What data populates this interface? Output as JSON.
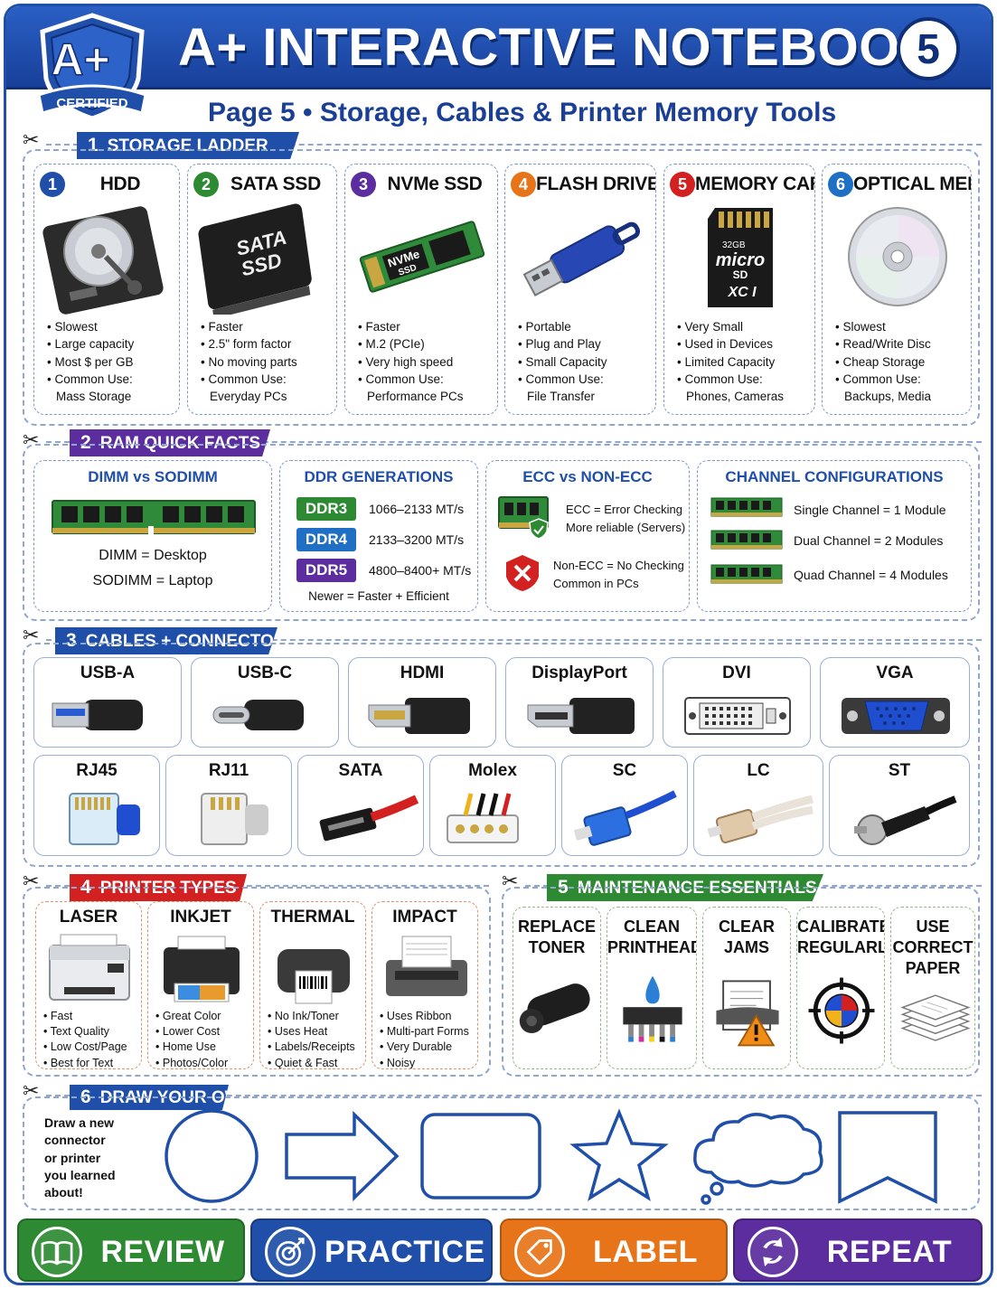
{
  "header": {
    "badge_grade": "A+",
    "badge_label": "CERTIFIED",
    "title": "A+ INTERACTIVE NOTEBOOK",
    "page_number": "5",
    "subtitle": "Page 5 • Storage, Cables & Printer Memory Tools"
  },
  "sections": {
    "s1": {
      "num": "1",
      "label": "STORAGE LADDER",
      "color": "#1f4fa8"
    },
    "s2": {
      "num": "2",
      "label": "RAM QUICK FACTS",
      "color": "#5b2d9e"
    },
    "s3": {
      "num": "3",
      "label": "CABLES + CONNECTORS",
      "color": "#1f4fa8"
    },
    "s4": {
      "num": "4",
      "label": "PRINTER TYPES",
      "color": "#d32020"
    },
    "s5": {
      "num": "5",
      "label": "MAINTENANCE ESSENTIALS",
      "color": "#2e8a32"
    },
    "s6": {
      "num": "6",
      "label": "DRAW YOUR OWN",
      "color": "#1f4fa8"
    }
  },
  "storage": [
    {
      "num": "1",
      "name": "HDD",
      "color": "#1f4fa8",
      "icon": "hdd-icon",
      "lines": [
        [
          "b",
          "Slowest"
        ],
        [
          "b",
          "Large capacity"
        ],
        [
          "b",
          "Most $ per GB"
        ],
        [
          "b",
          "Common Use:"
        ],
        [
          "i",
          "Mass Storage"
        ]
      ]
    },
    {
      "num": "2",
      "name": "SATA SSD",
      "color": "#2e8a32",
      "icon": "sata-ssd-icon",
      "img_text_1": "SATA",
      "img_text_2": "SSD",
      "lines": [
        [
          "b",
          "Faster"
        ],
        [
          "b",
          "2.5\" form factor"
        ],
        [
          "b",
          "No moving parts"
        ],
        [
          "b",
          "Common Use:"
        ],
        [
          "i",
          "Everyday PCs"
        ]
      ]
    },
    {
      "num": "3",
      "name": "NVMe SSD",
      "color": "#5b2d9e",
      "icon": "nvme-ssd-icon",
      "img_text_1": "NVMe",
      "img_text_2": "SSD",
      "lines": [
        [
          "b",
          "Faster"
        ],
        [
          "b",
          "M.2 (PCIe)"
        ],
        [
          "b",
          "Very high speed"
        ],
        [
          "b",
          "Common Use:"
        ],
        [
          "i",
          "Performance PCs"
        ]
      ]
    },
    {
      "num": "4",
      "name": "FLASH DRIVE",
      "color": "#e8741a",
      "icon": "flash-drive-icon",
      "lines": [
        [
          "b",
          "Portable"
        ],
        [
          "b",
          "Plug and Play"
        ],
        [
          "b",
          "Small Capacity"
        ],
        [
          "b",
          "Common Use:"
        ],
        [
          "i",
          "File Transfer"
        ]
      ]
    },
    {
      "num": "5",
      "name": "MEMORY CARD",
      "color": "#d32020",
      "icon": "memory-card-icon",
      "img_text_1": "32GB",
      "img_text_2": "micro",
      "img_text_3": "SD",
      "img_text_4": "XC I",
      "lines": [
        [
          "b",
          "Very Small"
        ],
        [
          "b",
          "Used in Devices"
        ],
        [
          "b",
          "Limited Capacity"
        ],
        [
          "b",
          "Common Use:"
        ],
        [
          "i",
          "Phones, Cameras"
        ]
      ]
    },
    {
      "num": "6",
      "name": "OPTICAL MEDIA",
      "color": "#1f6fc4",
      "icon": "optical-disc-icon",
      "lines": [
        [
          "b",
          "Slowest"
        ],
        [
          "b",
          "Read/Write Disc"
        ],
        [
          "b",
          "Cheap Storage"
        ],
        [
          "b",
          "Common Use:"
        ],
        [
          "i",
          "Backups, Media"
        ]
      ]
    }
  ],
  "ram": {
    "dimm": {
      "title": "DIMM vs SODIMM",
      "line1": "DIMM = Desktop",
      "line2": "SODIMM = Laptop"
    },
    "ddr": {
      "title": "DDR GENERATIONS",
      "rows": [
        {
          "tag": "DDR3",
          "speed": "1066–2133 MT/s",
          "color": "#2e8a32"
        },
        {
          "tag": "DDR4",
          "speed": "2133–3200 MT/s",
          "color": "#1f6fc4"
        },
        {
          "tag": "DDR5",
          "speed": "4800–8400+ MT/s",
          "color": "#5b2d9e"
        }
      ],
      "note": "Newer = Faster + Efficient"
    },
    "ecc": {
      "title": "ECC vs NON-ECC",
      "ecc_1": "ECC = Error Checking",
      "ecc_2": "More reliable (Servers)",
      "non_1": "Non-ECC = No Checking",
      "non_2": "Common in PCs"
    },
    "channels": {
      "title": "CHANNEL CONFIGURATIONS",
      "rows": [
        "Single Channel = 1 Module",
        "Dual Channel = 2 Modules",
        "Quad Channel = 4 Modules"
      ]
    }
  },
  "connectors_row1": [
    "USB-A",
    "USB-C",
    "HDMI",
    "DisplayPort",
    "DVI",
    "VGA"
  ],
  "connectors_row2": [
    "RJ45",
    "RJ11",
    "SATA",
    "Molex",
    "SC",
    "LC",
    "ST"
  ],
  "printers": [
    {
      "name": "LASER",
      "icon": "laser-printer-icon",
      "lines": [
        "Fast",
        "Text Quality",
        "Low Cost/Page",
        "Best for Text"
      ]
    },
    {
      "name": "INKJET",
      "icon": "inkjet-printer-icon",
      "lines": [
        "Great Color",
        "Lower Cost",
        "Home Use",
        "Photos/Color"
      ]
    },
    {
      "name": "THERMAL",
      "icon": "thermal-printer-icon",
      "lines": [
        "No Ink/Toner",
        "Uses Heat",
        "Labels/Receipts",
        "Quiet & Fast"
      ]
    },
    {
      "name": "IMPACT",
      "icon": "impact-printer-icon",
      "lines": [
        "Uses Ribbon",
        "Multi-part Forms",
        "Very Durable",
        "Noisy"
      ]
    }
  ],
  "maintenance": [
    {
      "l1": "REPLACE",
      "l2": "TONER",
      "l3": "",
      "icon": "toner-cartridge-icon"
    },
    {
      "l1": "CLEAN",
      "l2": "PRINTHEADS",
      "l3": "",
      "icon": "printhead-icon"
    },
    {
      "l1": "CLEAR",
      "l2": "JAMS",
      "l3": "",
      "icon": "paper-jam-icon"
    },
    {
      "l1": "CALIBRATE",
      "l2": "REGULARLY",
      "l3": "",
      "icon": "calibration-target-icon"
    },
    {
      "l1": "USE",
      "l2": "CORRECT",
      "l3": "PAPER",
      "icon": "paper-stack-icon"
    }
  ],
  "draw": {
    "prompt_1": "Draw a new",
    "prompt_2": "connector",
    "prompt_3": "or printer",
    "prompt_4": "you learned",
    "prompt_5": "about!"
  },
  "footer": [
    {
      "label": "REVIEW",
      "color": "#2e8a32",
      "icon": "book-icon"
    },
    {
      "label": "PRACTICE",
      "color": "#1f4fa8",
      "icon": "target-icon"
    },
    {
      "label": "LABEL",
      "color": "#e8741a",
      "icon": "tag-icon"
    },
    {
      "label": "REPEAT",
      "color": "#5b2d9e",
      "icon": "repeat-icon"
    }
  ]
}
